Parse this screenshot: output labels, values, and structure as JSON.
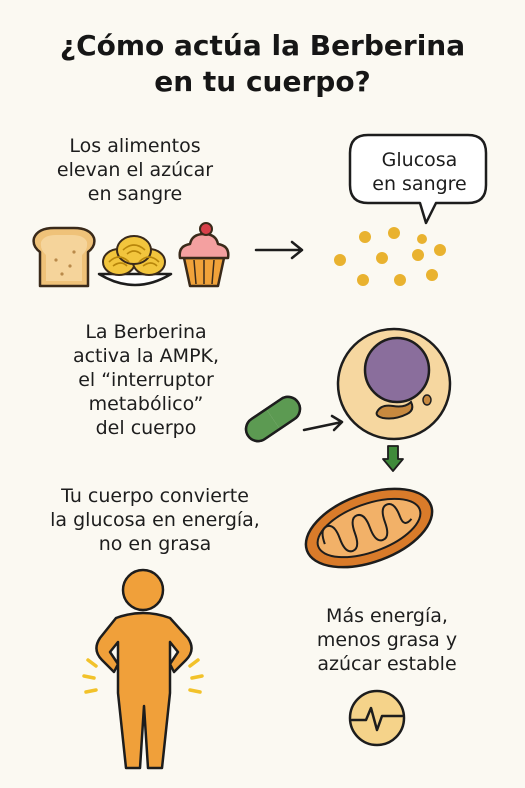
{
  "title": {
    "line1": "¿Cómo actúa la Berberina",
    "line2": "en tu cuerpo?"
  },
  "step1": {
    "line1": "Los alimentos",
    "line2": "elevan el azúcar",
    "line3": "en sangre"
  },
  "bubble": {
    "line1": "Glucosa",
    "line2": "en sangre"
  },
  "step2": {
    "line1": "La Berberina",
    "line2": "activa la AMPK,",
    "line3": "el “interruptor",
    "line4": "metabólico”",
    "line5": "del cuerpo"
  },
  "step3": {
    "line1": "Tu cuerpo convierte",
    "line2": "la glucosa en energía,",
    "line3": "no en grasa"
  },
  "result": {
    "line1": "Más energía,",
    "line2": "menos grasa y",
    "line3": "azúcar estable"
  },
  "colors": {
    "background": "#fbf9f2",
    "glucose": "#e9b22f",
    "cell": "#f6d7a0",
    "nucleus": "#8a6e9c",
    "pill": "#5c9a52",
    "mitochondria": "#d97b2a",
    "person": "#f0a03a",
    "arrow_green": "#3f8a3a"
  },
  "icons": [
    "bread-icon",
    "pasta-icon",
    "cupcake-icon",
    "pill-icon",
    "cell-icon",
    "mitochondria-icon",
    "person-icon",
    "heartbeat-icon"
  ]
}
